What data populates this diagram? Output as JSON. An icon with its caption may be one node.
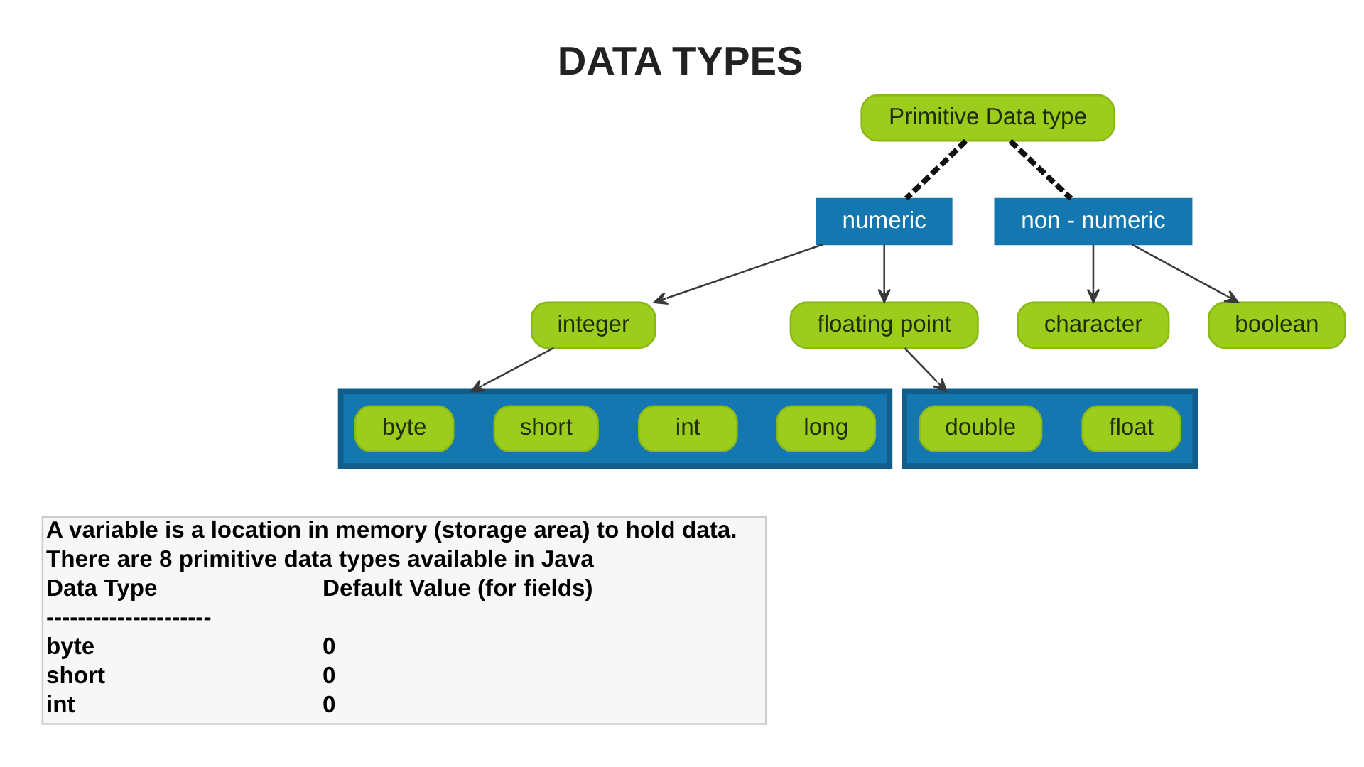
{
  "diagram": {
    "title": "DATA TYPES",
    "nodes": [
      {
        "text": [
          "Primitive Data type"
        ]
      },
      {
        "text": [
          "numeric"
        ]
      },
      {
        "text": [
          "non - numeric"
        ]
      },
      {
        "text": [
          "integer"
        ]
      },
      {
        "text": [
          "floating point"
        ]
      },
      {
        "text": [
          "character"
        ]
      },
      {
        "text": [
          "boolean"
        ]
      },
      {
        "text": [],
        "shape": "box"
      },
      {
        "text": [
          "byte"
        ],
        "in": 7
      },
      {
        "text": [
          "short"
        ],
        "in": 7
      },
      {
        "text": [
          "int"
        ],
        "in": 7
      },
      {
        "text": [
          "long"
        ],
        "in": 7
      },
      {
        "text": [],
        "shape": "box"
      },
      {
        "text": [
          "double"
        ],
        "in": 12
      },
      {
        "text": [
          "float"
        ],
        "in": 12
      }
    ],
    "edges": [
      {
        "from": 0,
        "to": 1,
        "arrow": "none",
        "style": "dashed"
      },
      {
        "from": 0,
        "to": 2,
        "arrow": "none",
        "style": "dashed"
      },
      {
        "from": 1,
        "to": 3,
        "arrow": "to"
      },
      {
        "from": 1,
        "to": 4,
        "arrow": "to"
      },
      {
        "from": 2,
        "to": 5,
        "arrow": "to"
      },
      {
        "from": 2,
        "to": 6,
        "arrow": "to"
      },
      {
        "from": 3,
        "to": 7,
        "arrow": "to"
      },
      {
        "from": 4,
        "to": 12,
        "arrow": "to"
      }
    ],
    "labels": [
      "A variable is a location in memory (storage area) to hold data.",
      "There are 8 primitive data types available in Java",
      "Data Type",
      "Default Value (for fields)",
      "---------------------",
      "byte",
      "0",
      "short",
      "0",
      "int",
      "0"
    ]
  }
}
